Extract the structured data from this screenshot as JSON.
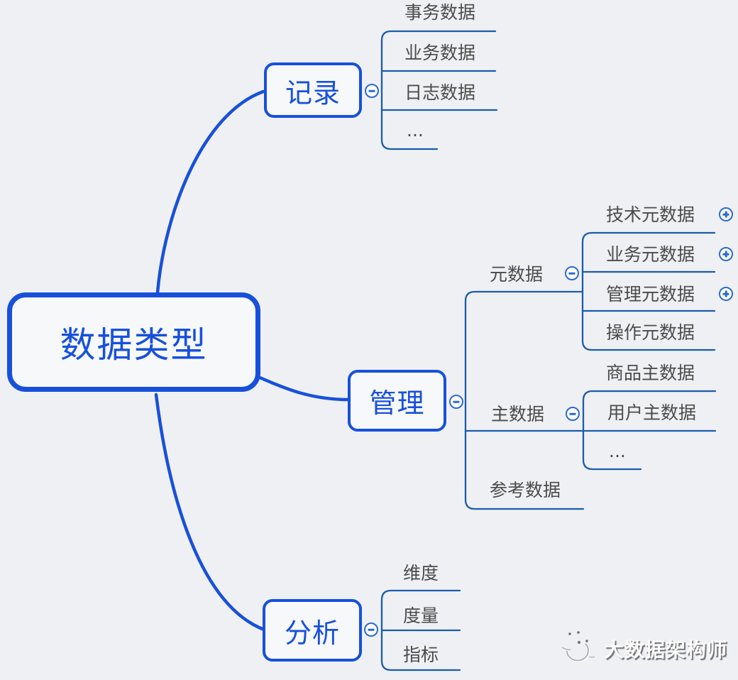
{
  "colors": {
    "background": "#eff0f3",
    "node_blue": "#1750db",
    "line_blue": "#1a5cab",
    "icon_blue": "#2b6bd0",
    "leaf_text": "#4b4b4b"
  },
  "mindmap": {
    "root": {
      "label": "数据类型"
    },
    "branches": [
      {
        "label": "记录",
        "collapse_icon": "minus",
        "children": [
          {
            "label": "事务数据"
          },
          {
            "label": "业务数据"
          },
          {
            "label": "日志数据"
          },
          {
            "label": "..."
          }
        ]
      },
      {
        "label": "管理",
        "collapse_icon": "minus",
        "children": [
          {
            "label": "元数据",
            "collapse_icon": "minus",
            "children": [
              {
                "label": "技术元数据",
                "expand_icon": "plus"
              },
              {
                "label": "业务元数据",
                "expand_icon": "plus"
              },
              {
                "label": "管理元数据",
                "expand_icon": "plus"
              },
              {
                "label": "操作元数据"
              }
            ]
          },
          {
            "label": "主数据",
            "collapse_icon": "minus",
            "children": [
              {
                "label": "商品主数据"
              },
              {
                "label": "用户主数据"
              },
              {
                "label": "..."
              }
            ]
          },
          {
            "label": "参考数据"
          }
        ]
      },
      {
        "label": "分析",
        "collapse_icon": "minus",
        "children": [
          {
            "label": "维度"
          },
          {
            "label": "度量"
          },
          {
            "label": "指标"
          }
        ]
      }
    ]
  },
  "watermark": {
    "text": "大数据架构师",
    "logo": "bird-sketch-logo"
  }
}
